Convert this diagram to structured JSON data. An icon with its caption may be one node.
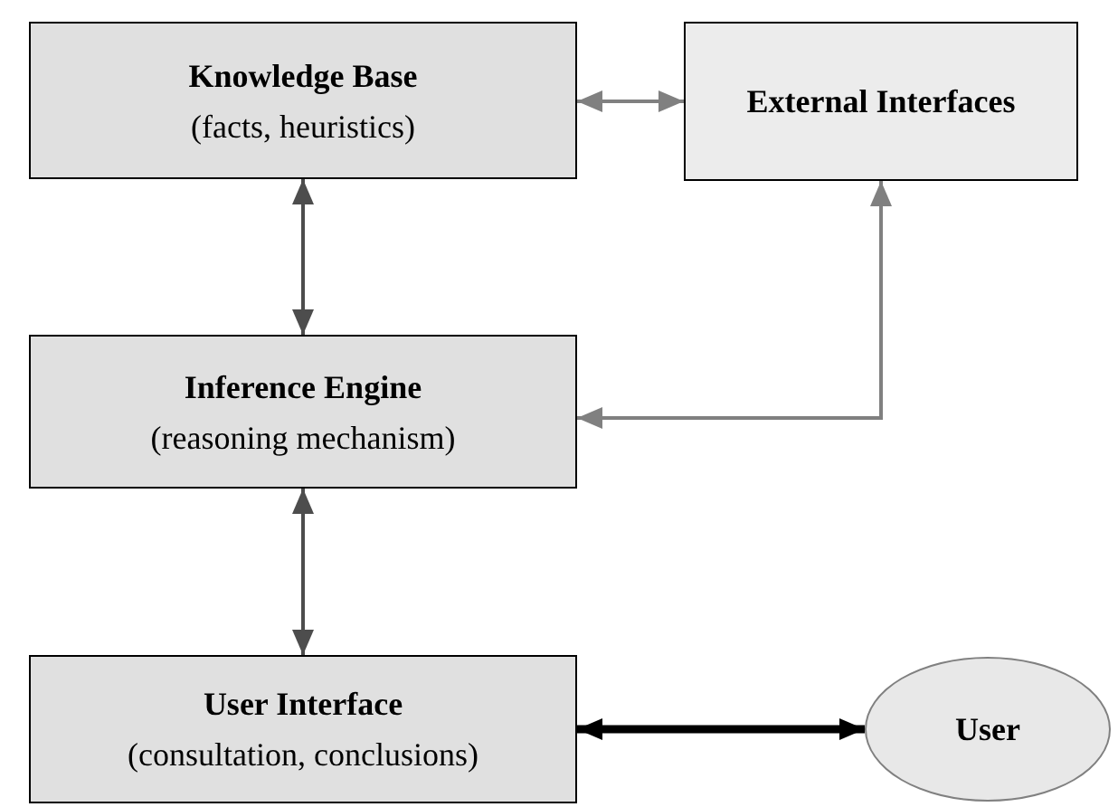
{
  "diagram": {
    "nodes": [
      {
        "text": [
          "Knowledge Base",
          "(facts, heuristics)"
        ]
      },
      {
        "text": [
          "External Interfaces"
        ]
      },
      {
        "text": [
          "Inference Engine",
          "(reasoning mechanism)"
        ]
      },
      {
        "text": [
          "User Interface",
          "(consultation, conclusions)"
        ]
      },
      {
        "text": [
          "User"
        ]
      }
    ],
    "edges": [
      {
        "from": 0,
        "to": 1,
        "arrow": "both",
        "color": "#808080"
      },
      {
        "from": 0,
        "to": 2,
        "arrow": "both",
        "color": "#4d4d4d"
      },
      {
        "from": 1,
        "to": 2,
        "arrow": "both",
        "color": "#808080"
      },
      {
        "from": 2,
        "to": 3,
        "arrow": "both",
        "color": "#4d4d4d"
      },
      {
        "from": 3,
        "to": 4,
        "arrow": "both",
        "style": "thick",
        "color": "#000000"
      }
    ]
  }
}
